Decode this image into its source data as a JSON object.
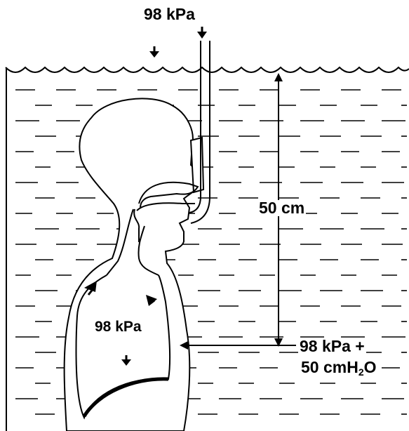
{
  "labels": {
    "surface_pressure": "98 kPa",
    "depth": "50 cm",
    "lung_pressure": "98 kPa",
    "water_pressure_line1": "98 kPa +",
    "water_pressure_line2_prefix": "50 cmH",
    "water_pressure_line2_sub": "2",
    "water_pressure_line2_suffix": "O"
  },
  "icons": [
    "water-surface",
    "snorkel-tube",
    "human-head",
    "lung-outline",
    "diaphragm",
    "pressure-arrow"
  ]
}
